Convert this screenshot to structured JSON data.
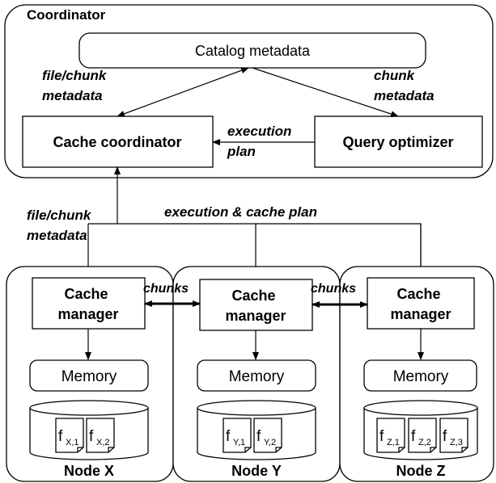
{
  "coordinator": {
    "title": "Coordinator",
    "catalog": "Catalog metadata",
    "cache_coordinator": "Cache coordinator",
    "query_optimizer": "Query optimizer"
  },
  "edges": {
    "file_chunk_metadata_top": [
      "file/chunk",
      "metadata"
    ],
    "chunk_metadata": [
      "chunk",
      "metadata"
    ],
    "execution_plan": [
      "execution",
      "plan"
    ],
    "file_chunk_metadata_left": [
      "file/chunk",
      "metadata"
    ],
    "execution_cache_plan": "execution & cache plan",
    "chunks_xy": "chunks",
    "chunks_yz": "chunks"
  },
  "nodes": [
    {
      "name": "Node X",
      "cache_manager": [
        "Cache",
        "manager"
      ],
      "memory": "Memory",
      "files": [
        {
          "base": "f",
          "sub": "X,1"
        },
        {
          "base": "f",
          "sub": "X,2"
        }
      ]
    },
    {
      "name": "Node Y",
      "cache_manager": [
        "Cache",
        "manager"
      ],
      "memory": "Memory",
      "files": [
        {
          "base": "f",
          "sub": "Y,1"
        },
        {
          "base": "f",
          "sub": "Y,2"
        }
      ]
    },
    {
      "name": "Node Z",
      "cache_manager": [
        "Cache",
        "manager"
      ],
      "memory": "Memory",
      "files": [
        {
          "base": "f",
          "sub": "Z,1"
        },
        {
          "base": "f",
          "sub": "Z,2"
        },
        {
          "base": "f",
          "sub": "Z,3"
        }
      ]
    }
  ]
}
